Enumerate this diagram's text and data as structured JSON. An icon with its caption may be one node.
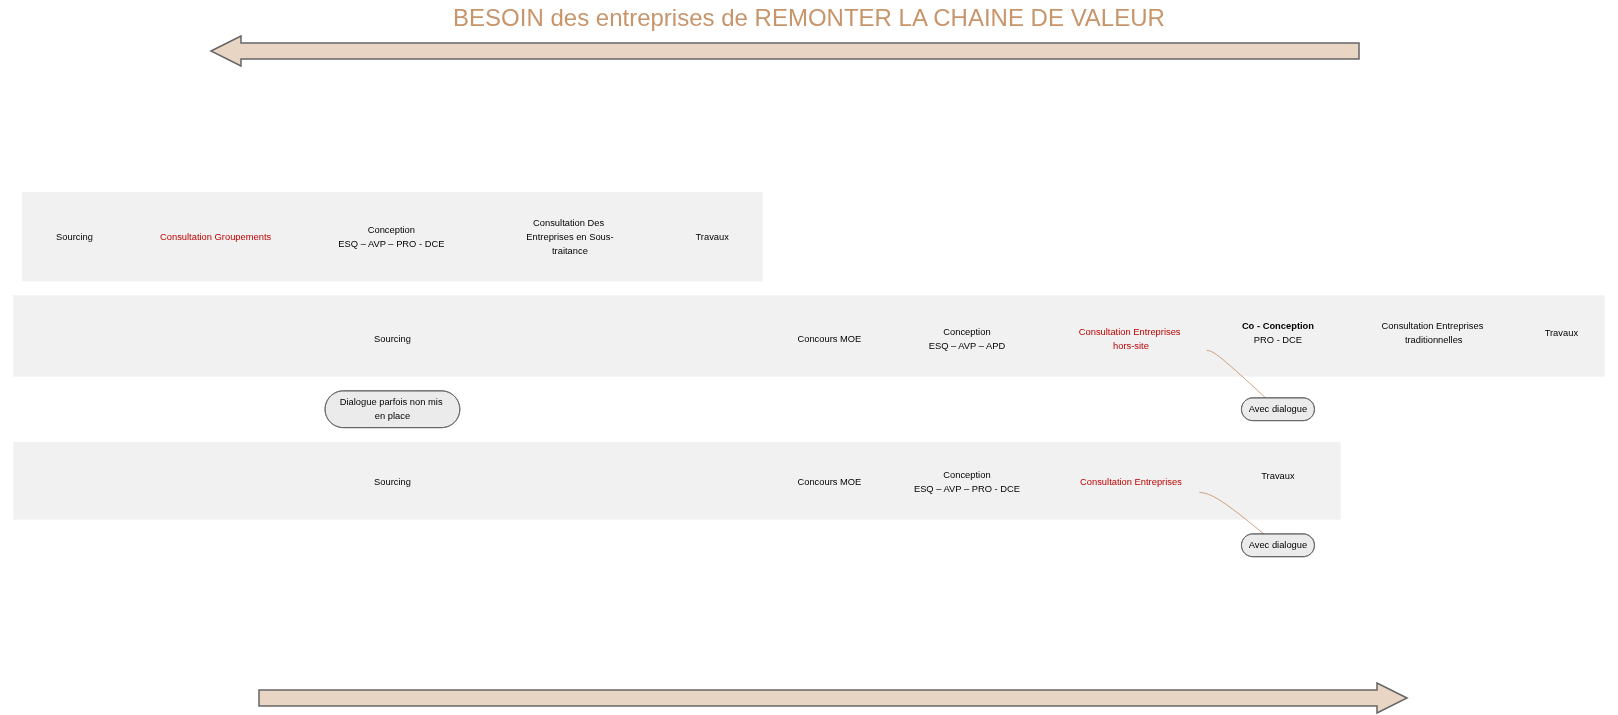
{
  "diagram": {
    "title": "BESOIN des entreprises de REMONTER LA CHAINE DE VALEUR",
    "nodes": [
      {
        "text": [
          "Dialogue parfois non mis en place"
        ]
      },
      {
        "text": [],
        "shape": "arrow"
      },
      {
        "text": [
          "Sourcing"
        ],
        "in": 1
      },
      {
        "text": [
          "Concours MOE"
        ],
        "in": 1
      },
      {
        "text": [
          "Conception",
          "ESQ – AVP – PRO - DCE"
        ],
        "in": 1
      },
      {
        "text": [
          "Consultation Entreprises"
        ],
        "in": 1
      },
      {
        "text": [
          "Travaux"
        ],
        "in": 1
      },
      {
        "text": [
          "Avec dialogue"
        ]
      },
      {
        "text": [],
        "shape": "arrow"
      },
      {
        "text": [
          "Sourcing"
        ],
        "in": 8
      },
      {
        "text": [
          "Concours MOE"
        ],
        "in": 8
      },
      {
        "text": [
          "Conception",
          "ESQ – AVP – APD"
        ],
        "in": 8
      },
      {
        "text": [
          "Consultation Entreprises hors-site"
        ],
        "in": 8
      },
      {
        "text": [
          "Co - Conception",
          "PRO - DCE"
        ],
        "in": 8
      },
      {
        "text": [
          "Consultation Entreprises traditionnelles"
        ],
        "in": 8
      },
      {
        "text": [
          "Travaux"
        ],
        "in": 8
      },
      {
        "text": [
          "Avec dialogue"
        ]
      },
      {
        "text": [],
        "shape": "arrow"
      },
      {
        "text": [
          "Sourcing"
        ],
        "in": 17
      },
      {
        "text": [
          "Consultation Groupements"
        ],
        "in": 17
      },
      {
        "text": [
          "Conception",
          "ESQ – AVP – PRO - DCE"
        ],
        "in": 17
      },
      {
        "text": [
          "Consultation Des Entreprises en Sous-traitance"
        ],
        "in": 17
      },
      {
        "text": [
          "Travaux"
        ],
        "in": 17
      }
    ],
    "edges": [
      {
        "from": 5,
        "to": 7,
        "arrow": "none",
        "color": "#c8956b"
      },
      {
        "from": 12,
        "to": 16,
        "arrow": "none",
        "color": "#c8956b"
      }
    ]
  }
}
